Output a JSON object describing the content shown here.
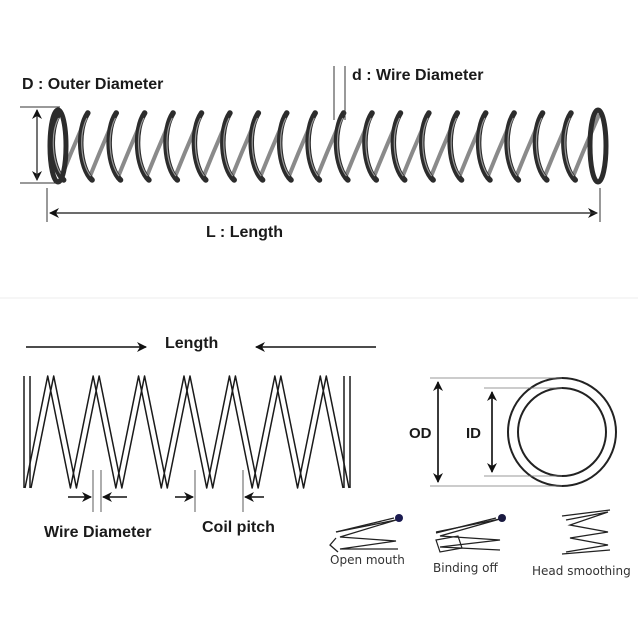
{
  "labels": {
    "outer_diameter": "D : Outer Diameter",
    "wire_diameter_top": "d : Wire Diameter",
    "length_top": "L : Length",
    "length_bottom": "Length",
    "wire_diameter_bottom": "Wire Diameter",
    "coil_pitch": "Coil pitch",
    "od": "OD",
    "id": "ID",
    "open_mouth": "Open mouth",
    "binding_off": "Binding off",
    "head_smoothing": "Head smoothing"
  },
  "colors": {
    "spring_dark": "#2c2c2c",
    "line": "#111111",
    "divider": "#e6e6e6"
  }
}
